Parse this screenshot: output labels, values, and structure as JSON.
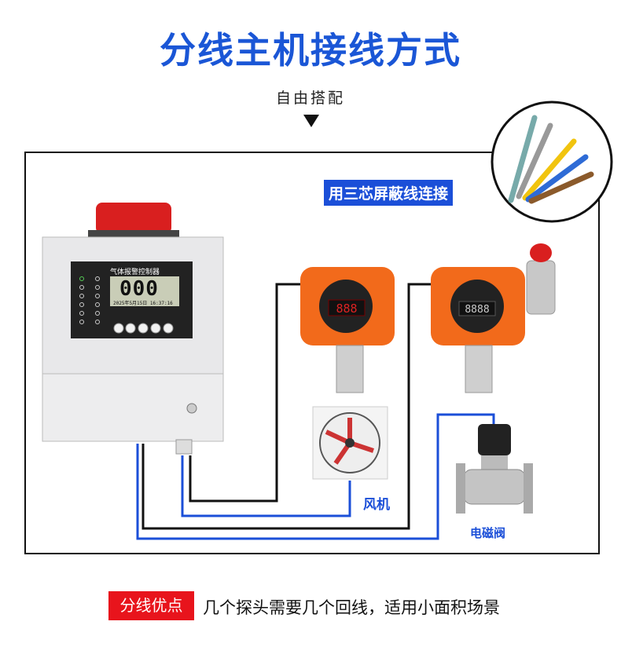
{
  "header": {
    "title": "分线主机接线方式",
    "subtitle": "自由搭配"
  },
  "diagram": {
    "cable_label": "用三芯屏蔽线连接",
    "controller": {
      "panel_title": "气体报警控制器",
      "display_value": "000",
      "display_date": "2025年5月15日 16:37:16"
    },
    "fan_label": "风机",
    "valve_label": "电磁阀",
    "colors": {
      "wire_black": "#111111",
      "wire_blue": "#1b4fd8",
      "detector": "#f26a1b",
      "title": "#1a56d6"
    }
  },
  "footer": {
    "badge": "分线优点",
    "text": "几个探头需要几个回线，适用小面积场景"
  }
}
